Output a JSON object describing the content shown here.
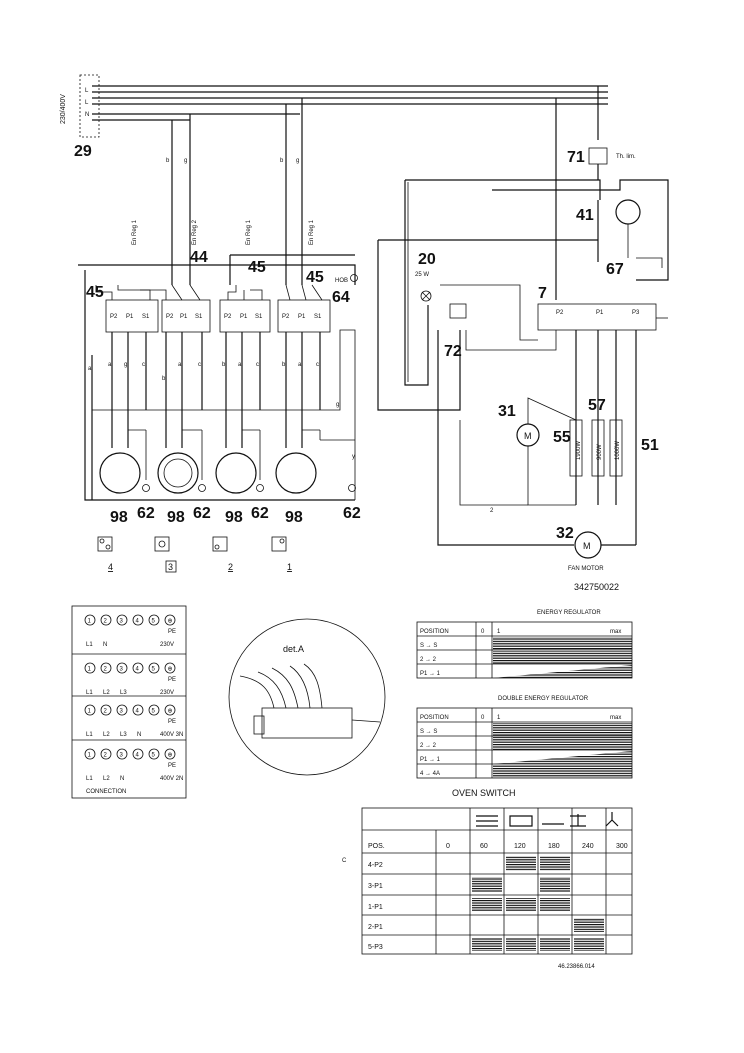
{
  "supply": {
    "voltage": "230/400V",
    "ref": "29"
  },
  "cooktop": {
    "components": [
      "45",
      "44",
      "45",
      "45",
      "64"
    ],
    "hob_label": "HOB",
    "terminals": [
      "P2",
      "P1",
      "S1"
    ],
    "burners": [
      "98",
      "98",
      "98",
      "98"
    ],
    "lamps": [
      "62",
      "62",
      "62",
      "62"
    ],
    "burner_codes": [
      "4",
      "3",
      "2",
      "1"
    ],
    "reg_labels": [
      "En Reg 1",
      "En Reg 2",
      "En Reg 1",
      "En Reg 1"
    ]
  },
  "oven": {
    "refs": {
      "lamp_20": "20",
      "lamp_volt": "25 W",
      "thermostat_72": "72",
      "switch_7": "7",
      "fan_31": "31",
      "res_55": "55",
      "res_57": "57",
      "res_51": "51",
      "motor_32": "32",
      "limiter_71": "71",
      "thermal_limiter": "Th. lim.",
      "clock_41": "41",
      "relay_67": "67"
    },
    "switch_terminals": [
      "P2",
      "P1",
      "P3"
    ],
    "power_1900": "1900W",
    "power_900": "900W",
    "power_1000": "1000W",
    "fan_motor_label": "FAN MOTOR",
    "drawing_number": "342750022"
  },
  "terminal_block": {
    "rows": [
      {
        "terms": [
          "1",
          "2",
          "3",
          "4",
          "5",
          "⊕"
        ],
        "labels": [
          "L1",
          "N"
        ],
        "note": "230V",
        "pe": "PE"
      },
      {
        "terms": [
          "1",
          "2",
          "3",
          "4",
          "5",
          "⊕"
        ],
        "labels": [
          "L1",
          "L2",
          "L3"
        ],
        "note": "230V",
        "pe": "PE"
      },
      {
        "terms": [
          "1",
          "2",
          "3",
          "4",
          "5",
          "⊕"
        ],
        "labels": [
          "L1",
          "L2",
          "L3",
          "N"
        ],
        "note": "400V 3N",
        "pe": "PE"
      },
      {
        "terms": [
          "1",
          "2",
          "3",
          "4",
          "5",
          "⊕"
        ],
        "labels": [
          "L1",
          "L2",
          "N"
        ],
        "note": "400V 2N",
        "pe": "PE"
      }
    ],
    "caption": "CONNECTION"
  },
  "detail": {
    "label": "det.A"
  },
  "energy_regulator": {
    "title": "ENERGY REGULATOR",
    "header": [
      "POSITION",
      "0",
      "1",
      "max"
    ],
    "rows": [
      "S → S",
      "2 → 2",
      "P1 → 1"
    ]
  },
  "double_energy_regulator": {
    "title": "DOUBLE ENERGY REGULATOR",
    "header": [
      "POSITION",
      "0",
      "1",
      "max"
    ],
    "rows": [
      "S → S",
      "2 → 2",
      "P1 → 1",
      "4 → 4A"
    ]
  },
  "oven_switch": {
    "title": "OVEN SWITCH",
    "pos_label": "POS.",
    "positions": [
      "0",
      "60",
      "120",
      "180",
      "240",
      "300"
    ],
    "contacts": [
      "4-P2",
      "3-P1",
      "1-P1",
      "2-P1",
      "5-P3"
    ],
    "table_code": "46.23866.014"
  }
}
